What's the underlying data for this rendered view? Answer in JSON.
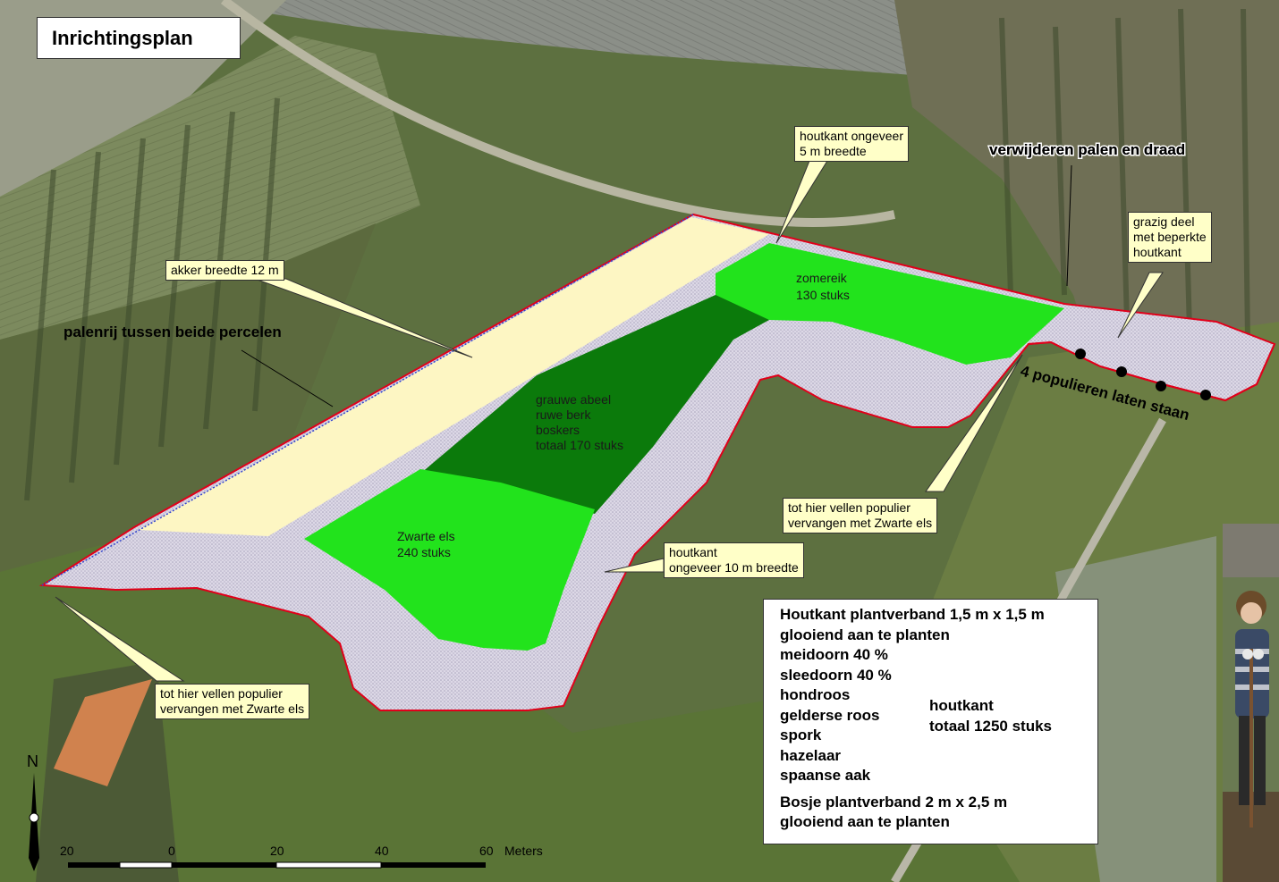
{
  "title": "Inrichtingsplan",
  "map_labels": {
    "palenrij": "palenrij tussen beide percelen",
    "verwijderen": "verwijderen palen en draad",
    "populieren": "4 populieren laten staan"
  },
  "zones": {
    "zomereik": [
      "zomereik",
      "130 stuks"
    ],
    "grauwe_abeel": [
      "grauwe abeel",
      "ruwe berk",
      "boskers",
      "totaal 170 stuks"
    ],
    "zwarte_els": [
      "Zwarte els",
      "240 stuks"
    ]
  },
  "callouts": {
    "houtkant_5m": [
      "houtkant ongeveer",
      "5 m breedte"
    ],
    "akker": [
      "akker breedte 12 m"
    ],
    "grazig": [
      "grazig deel",
      "met beperkte",
      "houtkant"
    ],
    "vellen_right": [
      "tot hier vellen populier",
      "vervangen met Zwarte els"
    ],
    "houtkant_10m": [
      "houtkant",
      "ongeveer 10 m breedte"
    ],
    "vellen_left": [
      "tot hier vellen populier",
      "vervangen met Zwarte els"
    ]
  },
  "legend": {
    "lines": [
      "Houtkant plantverband 1,5 m x 1,5 m",
      "glooiend aan te planten",
      "meidoorn 40 %",
      "sleedoorn 40 %",
      "hondroos",
      "gelderse roos",
      "spork",
      "hazelaar",
      "spaanse aak"
    ],
    "bosje": [
      "Bosje plantverband 2 m x 2,5 m",
      "glooiend aan te planten"
    ],
    "side": [
      "houtkant",
      "totaal 1250 stuks"
    ]
  },
  "north": "N",
  "scale": {
    "ticks": [
      "20",
      "0",
      "20",
      "40",
      "60"
    ],
    "unit": "Meters"
  },
  "colors": {
    "akker": "#fdf6c3",
    "houtkant": "#d9d5e3",
    "bosje_light": "#22e31c",
    "bosje_dark": "#0b7a0b",
    "boundary": "#e0001a",
    "callout_bg": "#ffffc8"
  }
}
